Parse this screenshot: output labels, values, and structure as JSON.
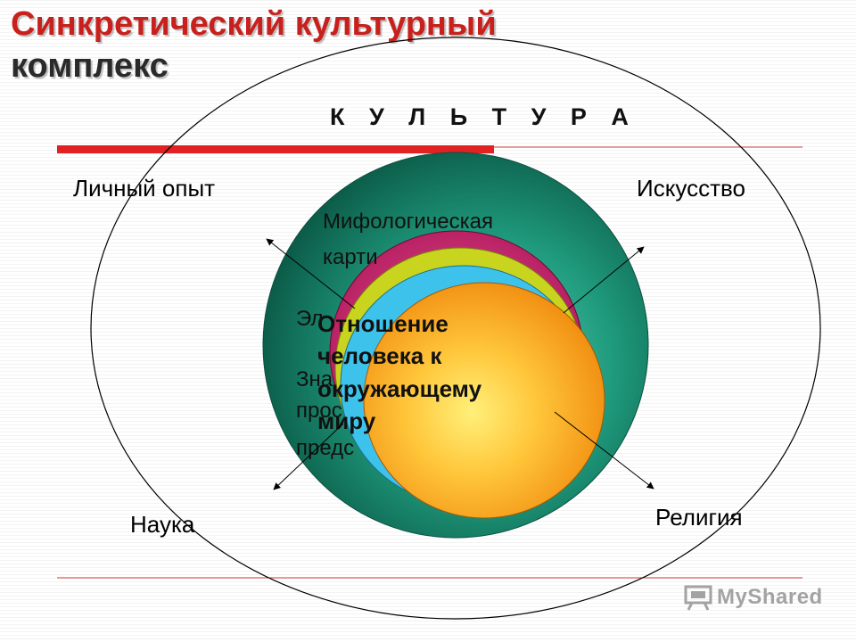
{
  "title": {
    "line1": "Синкретический культурный",
    "line2": "комплекс"
  },
  "culture_label": "К У Л Ь Т У Р А",
  "labels": {
    "personal_experience": "Личный опыт",
    "art": "Искусство",
    "science": "Наука",
    "religion": "Религия"
  },
  "inner": {
    "myth_line1": "Мифологическая",
    "myth_line2": "карти",
    "partial_1": "Эл",
    "partial_2": "Зна",
    "partial_3": "прос",
    "partial_4": "предс",
    "core_line1": "Отношение",
    "core_line2": "человека к",
    "core_line3": "окружающему",
    "core_line4": "миру"
  },
  "watermark": {
    "text": "MyShared",
    "icon": "presentation-board-icon"
  },
  "colors": {
    "title_red": "#c8201c",
    "accent_bar": "#e02222",
    "teal_circle": "#1a8a6e",
    "magenta_circle": "#c8246c",
    "yellow_green_circle": "#c8d21e",
    "cyan_circle": "#3ec4ec",
    "orange_core": "#f5a21a"
  }
}
